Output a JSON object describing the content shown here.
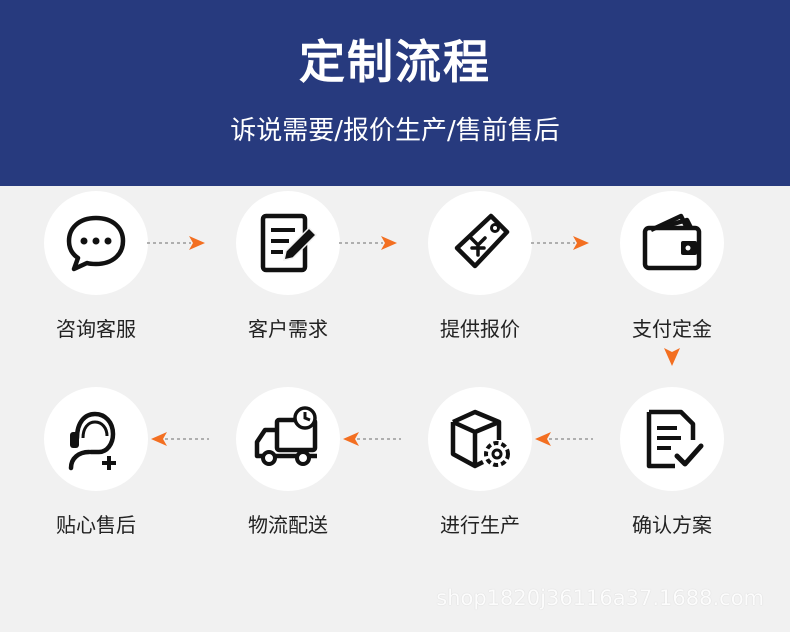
{
  "header": {
    "title": "定制流程",
    "subtitle": "诉说需要/报价生产/售前售后"
  },
  "colors": {
    "header_bg": "#273a7e",
    "arrow": "#f36f21",
    "icon": "#111111"
  },
  "steps": [
    {
      "label": "咨询客服",
      "icon": "chat-bubble-icon"
    },
    {
      "label": "客户需求",
      "icon": "document-edit-icon"
    },
    {
      "label": "提供报价",
      "icon": "price-tag-icon"
    },
    {
      "label": "支付定金",
      "icon": "wallet-icon"
    },
    {
      "label": "确认方案",
      "icon": "document-check-icon"
    },
    {
      "label": "进行生产",
      "icon": "box-gear-icon"
    },
    {
      "label": "物流配送",
      "icon": "delivery-truck-icon"
    },
    {
      "label": "贴心售后",
      "icon": "customer-service-icon"
    }
  ],
  "watermark": "shop1820j36116a37.1688.com"
}
